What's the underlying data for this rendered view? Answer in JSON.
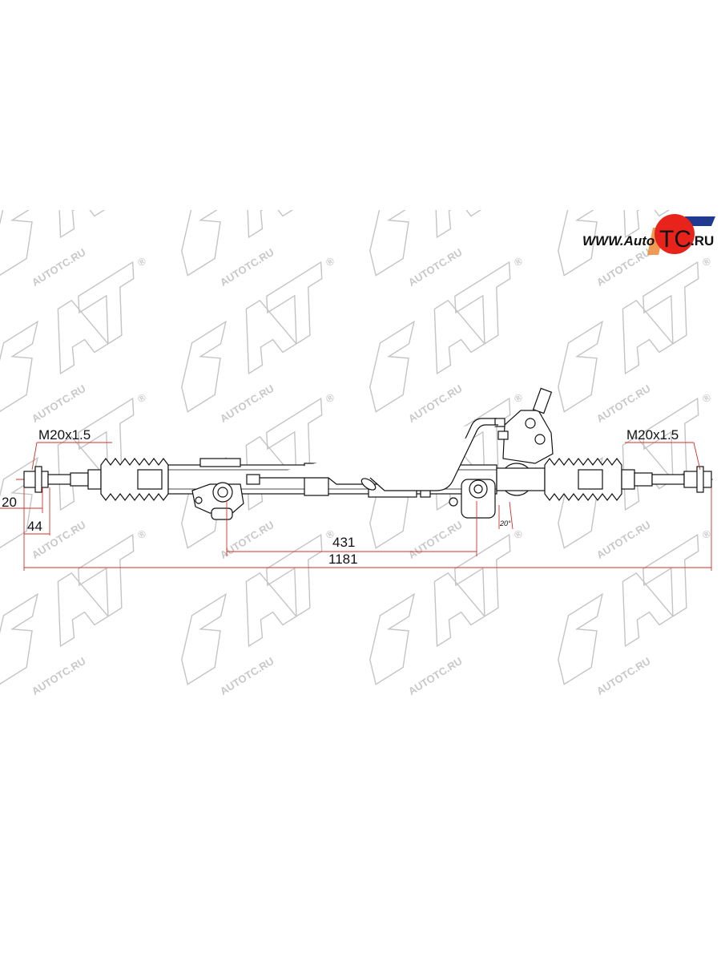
{
  "watermark": {
    "brand": "SAT",
    "site": "AUTOTC.RU",
    "registered_mark": "®"
  },
  "logo": {
    "prefix": "WWW.Auto",
    "highlight": "TC",
    "suffix": ".RU",
    "colors": {
      "circle": "#e8231c",
      "bar": "#1f3a8f",
      "accent": "#e8822a"
    }
  },
  "dimensions": {
    "thread_left": "M20x1.5",
    "thread_right": "M20x1.5",
    "thread_length": "20",
    "tie_rod_end": "44",
    "mount_spacing": "431",
    "overall_length": "1181",
    "angle": "20°"
  },
  "colors": {
    "dimension_line": "#d0302a",
    "outline": "#111111",
    "watermark": "#c4c4c4"
  }
}
